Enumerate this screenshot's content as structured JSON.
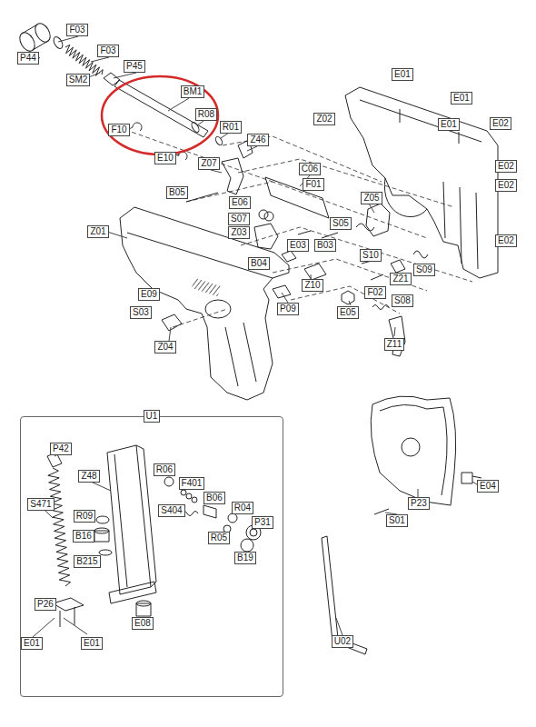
{
  "diagram": {
    "nodes": [
      {
        "text": [
          "F03"
        ]
      },
      {
        "text": [
          "P44"
        ]
      },
      {
        "text": [
          "F03"
        ]
      },
      {
        "text": [
          "P45"
        ]
      },
      {
        "text": [
          "E01"
        ]
      },
      {
        "text": [
          "SM2"
        ]
      },
      {
        "text": [
          "BM1"
        ]
      },
      {
        "text": [
          "E01"
        ]
      },
      {
        "text": [
          "R08"
        ]
      },
      {
        "text": [
          "Z02"
        ]
      },
      {
        "text": [
          "E01"
        ]
      },
      {
        "text": [
          "E02"
        ]
      },
      {
        "text": [
          "R01"
        ]
      },
      {
        "text": [
          "F10"
        ]
      },
      {
        "text": [
          "Z46"
        ]
      },
      {
        "text": [
          "E10"
        ]
      },
      {
        "text": [
          "Z07"
        ]
      },
      {
        "text": [
          "E02"
        ]
      },
      {
        "text": [
          "C06"
        ]
      },
      {
        "text": [
          "F01"
        ]
      },
      {
        "text": [
          "E02"
        ]
      },
      {
        "text": [
          "B05"
        ]
      },
      {
        "text": [
          "Z05"
        ]
      },
      {
        "text": [
          "E06"
        ]
      },
      {
        "text": [
          "S07"
        ]
      },
      {
        "text": [
          "S05"
        ]
      },
      {
        "text": [
          "Z01"
        ]
      },
      {
        "text": [
          "Z03"
        ]
      },
      {
        "text": [
          "E02"
        ]
      },
      {
        "text": [
          "E03"
        ]
      },
      {
        "text": [
          "B03"
        ]
      },
      {
        "text": [
          "S10"
        ]
      },
      {
        "text": [
          "B04"
        ]
      },
      {
        "text": [
          "S09"
        ]
      },
      {
        "text": [
          "Z21"
        ]
      },
      {
        "text": [
          "Z10"
        ]
      },
      {
        "text": [
          "F02"
        ]
      },
      {
        "text": [
          "E09"
        ]
      },
      {
        "text": [
          "S08"
        ]
      },
      {
        "text": [
          "P09"
        ]
      },
      {
        "text": [
          "E05"
        ]
      },
      {
        "text": [
          "S03"
        ]
      },
      {
        "text": [
          "Z11"
        ]
      },
      {
        "text": [
          "Z04"
        ]
      },
      {
        "text": [
          "U1"
        ]
      },
      {
        "text": [
          "P42"
        ],
        "in": 44
      },
      {
        "text": [
          "R06"
        ],
        "in": 44
      },
      {
        "text": [
          "Z48"
        ],
        "in": 44
      },
      {
        "text": [
          "F401"
        ],
        "in": 44
      },
      {
        "text": [
          "B06"
        ],
        "in": 44
      },
      {
        "text": [
          "S471"
        ],
        "in": 44
      },
      {
        "text": [
          "S404"
        ],
        "in": 44
      },
      {
        "text": [
          "R04"
        ],
        "in": 44
      },
      {
        "text": [
          "R09"
        ],
        "in": 44
      },
      {
        "text": [
          "P31"
        ],
        "in": 44
      },
      {
        "text": [
          "B16"
        ],
        "in": 44
      },
      {
        "text": [
          "R05"
        ],
        "in": 44
      },
      {
        "text": [
          "B19"
        ],
        "in": 44
      },
      {
        "text": [
          "B215"
        ],
        "in": 44
      },
      {
        "text": [
          "P26"
        ],
        "in": 44
      },
      {
        "text": [
          "E08"
        ],
        "in": 44
      },
      {
        "text": [
          "E01"
        ],
        "in": 44
      },
      {
        "text": [
          "E01"
        ],
        "in": 44
      },
      {
        "text": [
          "E04"
        ]
      },
      {
        "text": [
          "P23"
        ]
      },
      {
        "text": [
          "S01"
        ]
      },
      {
        "text": [
          "U02"
        ]
      }
    ]
  }
}
